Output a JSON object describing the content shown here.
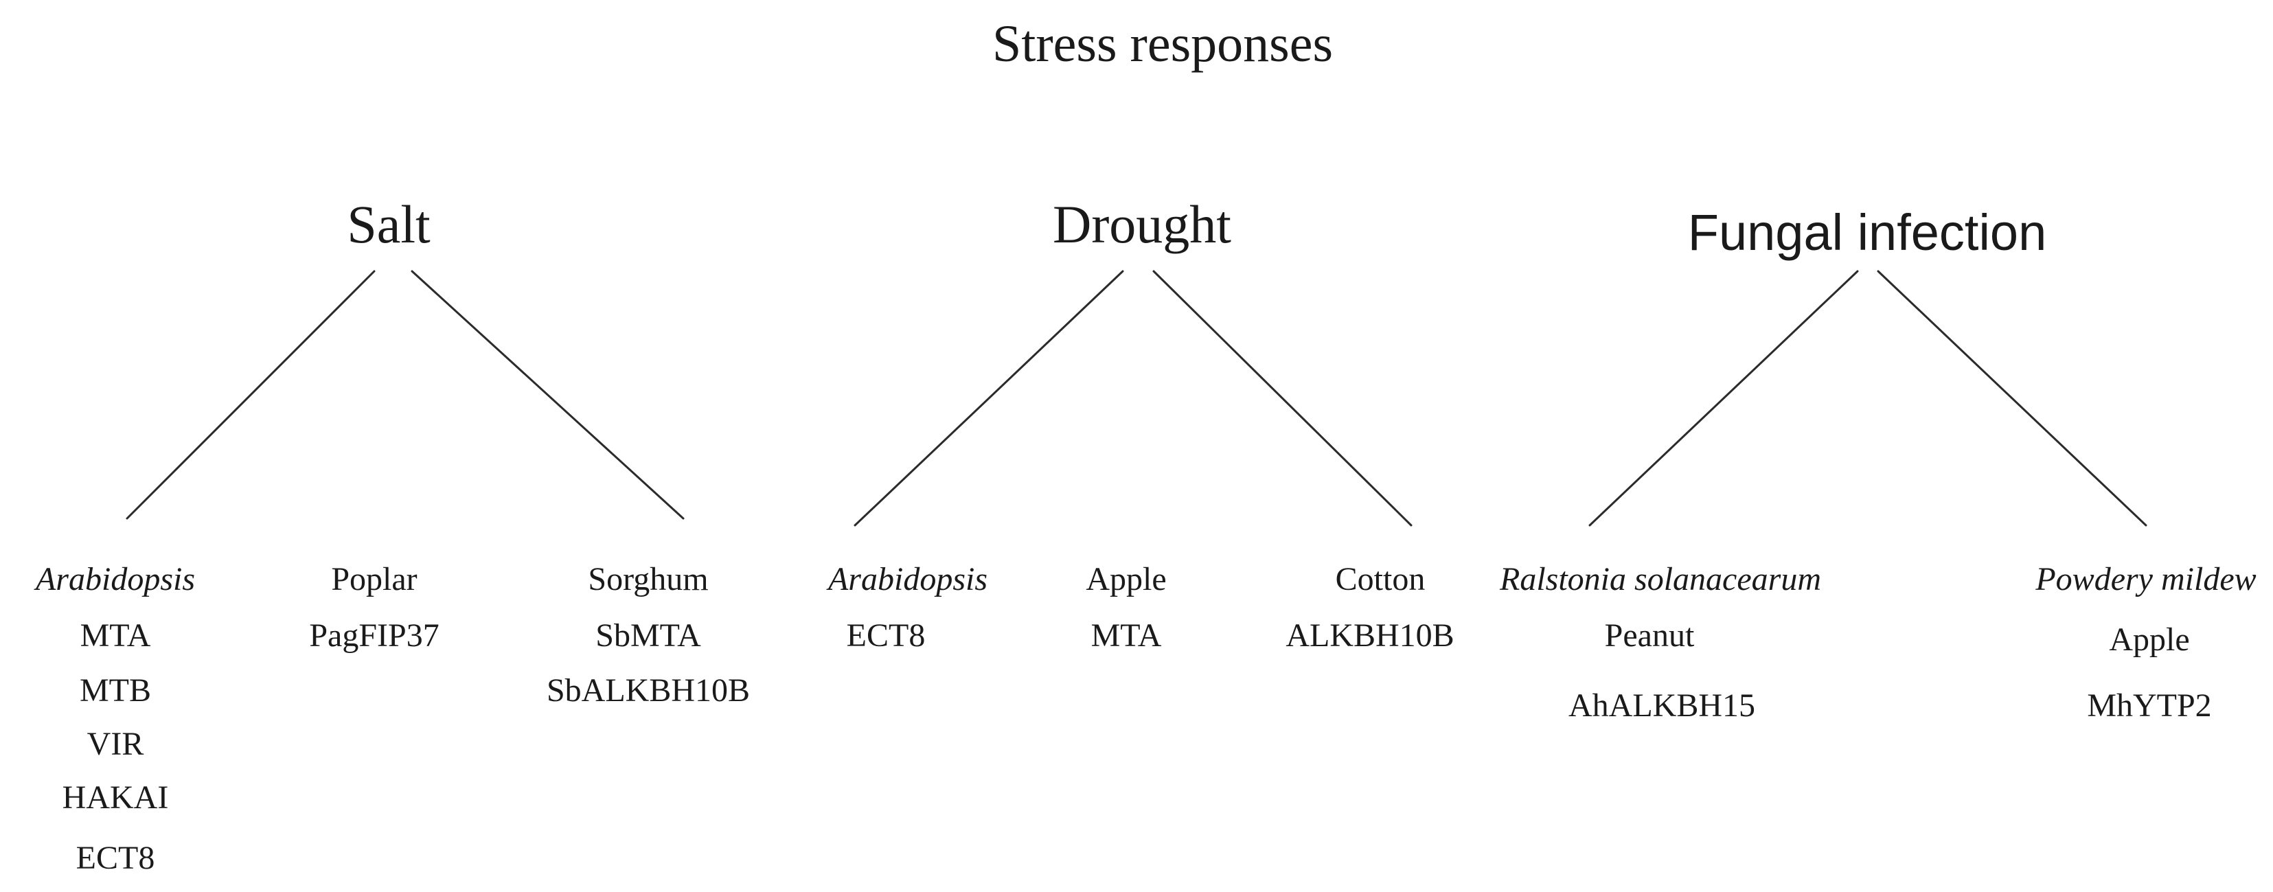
{
  "title": "Stress responses",
  "categories": [
    {
      "id": "salt",
      "label": "Salt",
      "groups": [
        {
          "id": "arabidopsis",
          "header": "Arabidopsis",
          "italic": true,
          "genes": [
            "MTA",
            "MTB",
            "VIR",
            "HAKAI",
            "ECT8"
          ]
        },
        {
          "id": "poplar",
          "header": "Poplar",
          "italic": false,
          "genes": [
            "PagFIP37"
          ]
        },
        {
          "id": "sorghum",
          "header": "Sorghum",
          "italic": false,
          "genes": [
            "SbMTA",
            "SbALKBH10B"
          ]
        }
      ]
    },
    {
      "id": "drought",
      "label": "Drought",
      "groups": [
        {
          "id": "arabidopsis",
          "header": "Arabidopsis",
          "italic": true,
          "genes": [
            "ECT8"
          ]
        },
        {
          "id": "apple",
          "header": "Apple",
          "italic": false,
          "genes": [
            "MTA"
          ]
        },
        {
          "id": "cotton",
          "header": "Cotton",
          "italic": false,
          "genes": [
            "ALKBH10B"
          ]
        }
      ]
    },
    {
      "id": "fungal-infection",
      "label": "Fungal infection",
      "groups": [
        {
          "id": "ralstonia",
          "header": "Ralstonia solanacearum",
          "italic": true,
          "genes": [
            "Peanut",
            "AhALKBH15"
          ]
        },
        {
          "id": "powdery-mildew",
          "header": "Powdery mildew",
          "italic": true,
          "genes": [
            "Apple",
            "MhYTP2"
          ]
        }
      ]
    }
  ]
}
